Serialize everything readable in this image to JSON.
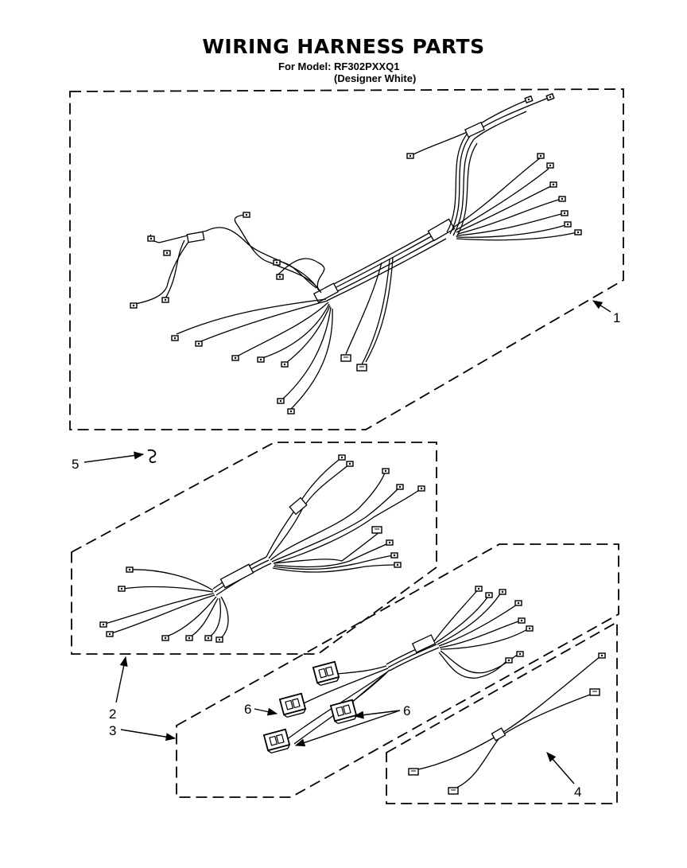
{
  "header": {
    "title": "WIRING HARNESS PARTS",
    "model_line": "For Model: RF302PXXQ1",
    "variant": "(Designer White)"
  },
  "callouts": [
    {
      "id": "1",
      "label": "1"
    },
    {
      "id": "2",
      "label": "2"
    },
    {
      "id": "3",
      "label": "3"
    },
    {
      "id": "4",
      "label": "4"
    },
    {
      "id": "5",
      "label": "5"
    },
    {
      "id": "6a",
      "label": "6"
    },
    {
      "id": "6b",
      "label": "6"
    }
  ],
  "colors": {
    "ink": "#000000",
    "paper": "#ffffff"
  }
}
